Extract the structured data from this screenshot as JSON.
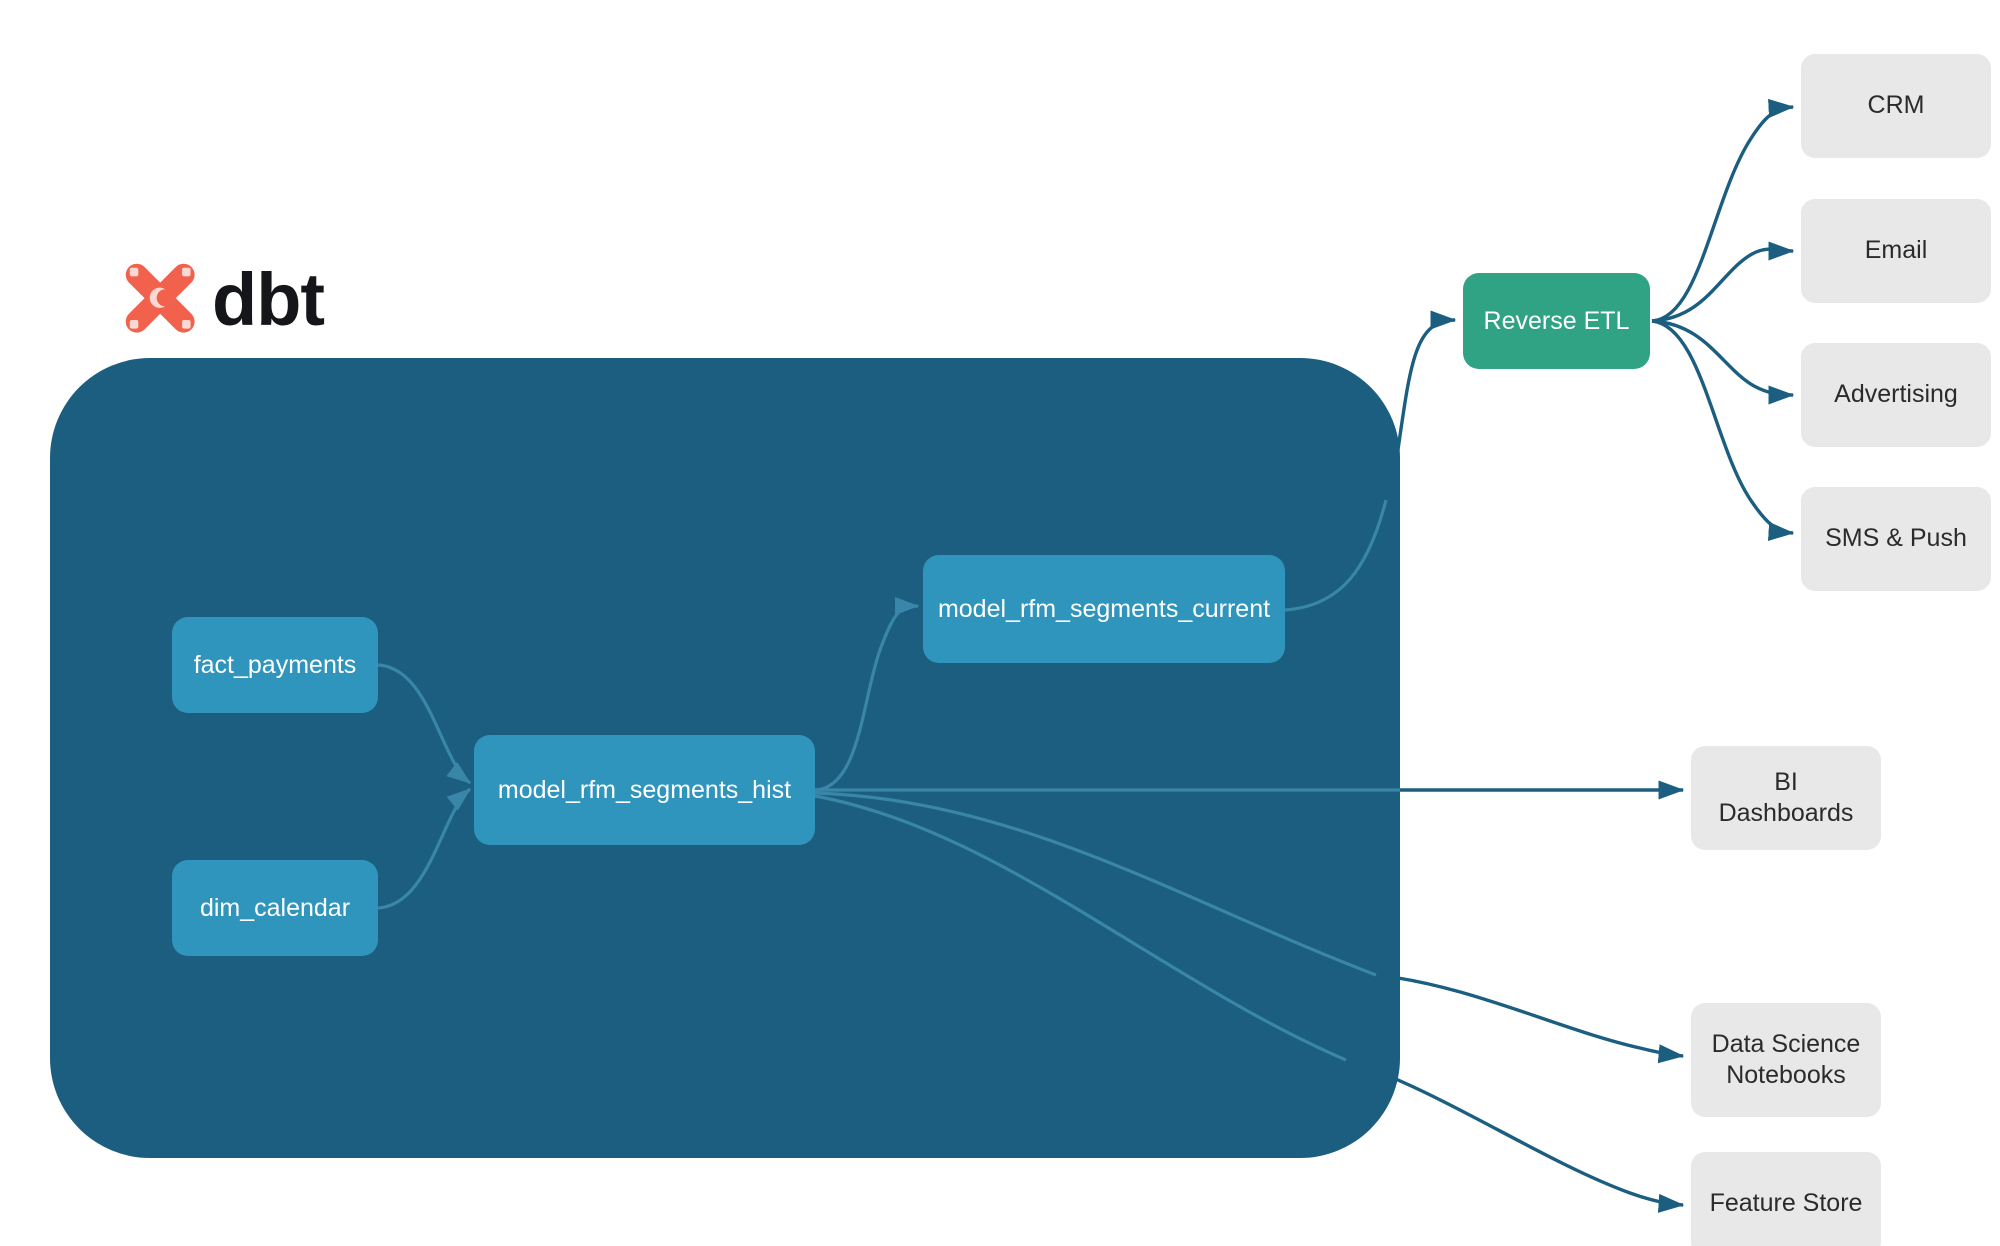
{
  "brand": {
    "logo_icon": "dbt-logo-icon",
    "wordmark": "dbt",
    "logo_color": "#F2614C"
  },
  "container": {
    "name": "dbt-project-container",
    "color": "#1B5E7F"
  },
  "colors": {
    "model_node": "#3095BC",
    "reverse_etl_node": "#2FA383",
    "destination_node": "#E8E8E8",
    "edge_outside": "#1B5E7F",
    "edge_inside": "#3A86A8",
    "background": "#FFFFFF"
  },
  "nodes": {
    "sources": [
      {
        "id": "fact_payments",
        "label": "fact_payments"
      },
      {
        "id": "dim_calendar",
        "label": "dim_calendar"
      }
    ],
    "models": [
      {
        "id": "model_rfm_segments_hist",
        "label": "model_rfm_segments_hist"
      },
      {
        "id": "model_rfm_segments_current",
        "label": "model_rfm_segments_current"
      }
    ],
    "activation": {
      "id": "reverse_etl",
      "label": "Reverse ETL"
    },
    "destinations": [
      {
        "id": "crm",
        "label": "CRM"
      },
      {
        "id": "email",
        "label": "Email"
      },
      {
        "id": "advertising",
        "label": "Advertising"
      },
      {
        "id": "sms_push",
        "label": "SMS & Push"
      },
      {
        "id": "bi_dashboards",
        "label": "BI Dashboards"
      },
      {
        "id": "data_science_notebooks",
        "label": "Data Science\nNotebooks",
        "line1": "Data Science",
        "line2": "Notebooks"
      },
      {
        "id": "feature_store",
        "label": "Feature Store"
      }
    ]
  },
  "edges": [
    {
      "from": "fact_payments",
      "to": "model_rfm_segments_hist"
    },
    {
      "from": "dim_calendar",
      "to": "model_rfm_segments_hist"
    },
    {
      "from": "model_rfm_segments_hist",
      "to": "model_rfm_segments_current"
    },
    {
      "from": "model_rfm_segments_current",
      "to": "reverse_etl"
    },
    {
      "from": "reverse_etl",
      "to": "crm"
    },
    {
      "from": "reverse_etl",
      "to": "email"
    },
    {
      "from": "reverse_etl",
      "to": "advertising"
    },
    {
      "from": "reverse_etl",
      "to": "sms_push"
    },
    {
      "from": "model_rfm_segments_hist",
      "to": "bi_dashboards"
    },
    {
      "from": "model_rfm_segments_hist",
      "to": "data_science_notebooks"
    },
    {
      "from": "model_rfm_segments_hist",
      "to": "feature_store"
    }
  ]
}
